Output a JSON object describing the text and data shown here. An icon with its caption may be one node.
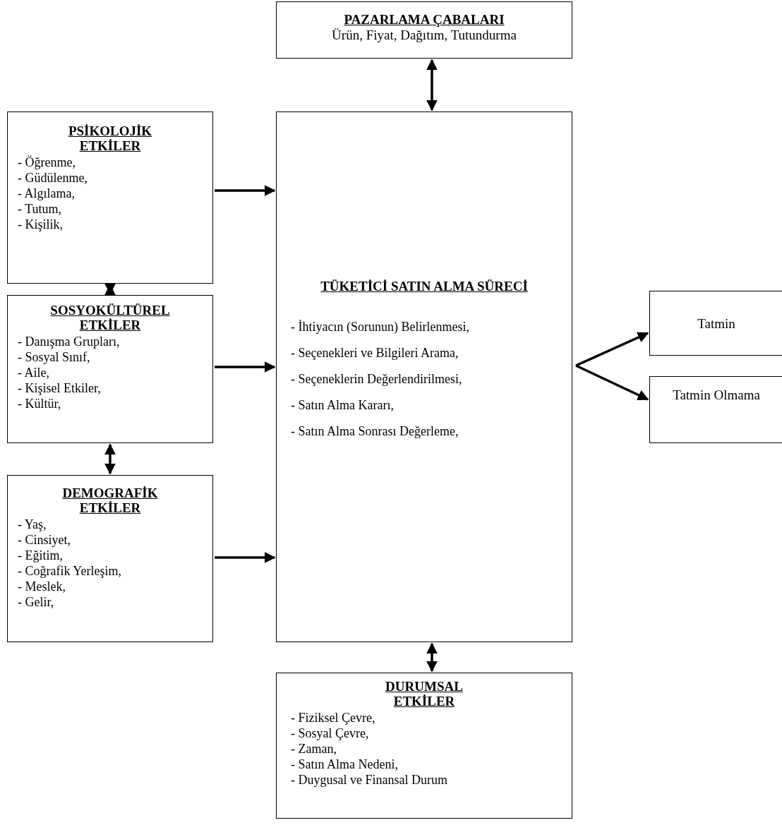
{
  "diagram": {
    "nodes": [
      {
        "text": [
          "PAZARLAMA ÇABALARI",
          "Ürün, Fiyat, Dağıtım, Tutundurma"
        ]
      },
      {
        "text": [
          "PSİKOLOJİK ETKİLER",
          "- Öğrenme,",
          "- Güdülenme,",
          "- Algılama,",
          "- Tutum,",
          "- Kişilik,"
        ]
      },
      {
        "text": [
          "SOSYOKÜLTÜREL ETKİLER",
          "- Danışma Grupları,",
          "- Sosyal Sınıf,",
          "- Aile,",
          "- Kişisel Etkiler,",
          "- Kültür,"
        ]
      },
      {
        "text": [
          "DEMOGRAFİK ETKİLER",
          "- Yaş,",
          "- Cinsiyet,",
          "- Eğitim,",
          "- Coğrafik Yerleşim,",
          "- Meslek,",
          "- Gelir,"
        ]
      },
      {
        "text": [
          "TÜKETİCİ SATIN ALMA SÜRECİ",
          "- İhtiyacın (Sorunun) Belirlenmesi,",
          "- Seçenekleri ve Bilgileri Arama,",
          "- Seçeneklerin Değerlendirilmesi,",
          "- Satın Alma Kararı,",
          "- Satın Alma Sonrası Değerleme,"
        ]
      },
      {
        "text": [
          "Tatmin"
        ]
      },
      {
        "text": [
          "Tatmin Olmama"
        ]
      },
      {
        "text": [
          "DURUMSAL ETKİLER",
          "- Fiziksel Çevre,",
          "- Sosyal Çevre,",
          "- Zaman,",
          "- Satın Alma Nedeni,",
          "- Duygusal ve Finansal Durum"
        ]
      }
    ],
    "edges": [
      {
        "from": 0,
        "to": 4,
        "arrow": "both"
      },
      {
        "from": 1,
        "to": 4,
        "arrow": "to"
      },
      {
        "from": 1,
        "to": 2,
        "arrow": "both"
      },
      {
        "from": 2,
        "to": 4,
        "arrow": "to"
      },
      {
        "from": 2,
        "to": 3,
        "arrow": "both"
      },
      {
        "from": 3,
        "to": 4,
        "arrow": "to"
      },
      {
        "from": 4,
        "to": 5,
        "arrow": "to"
      },
      {
        "from": 4,
        "to": 6,
        "arrow": "to"
      },
      {
        "from": 4,
        "to": 7,
        "arrow": "both"
      }
    ]
  }
}
